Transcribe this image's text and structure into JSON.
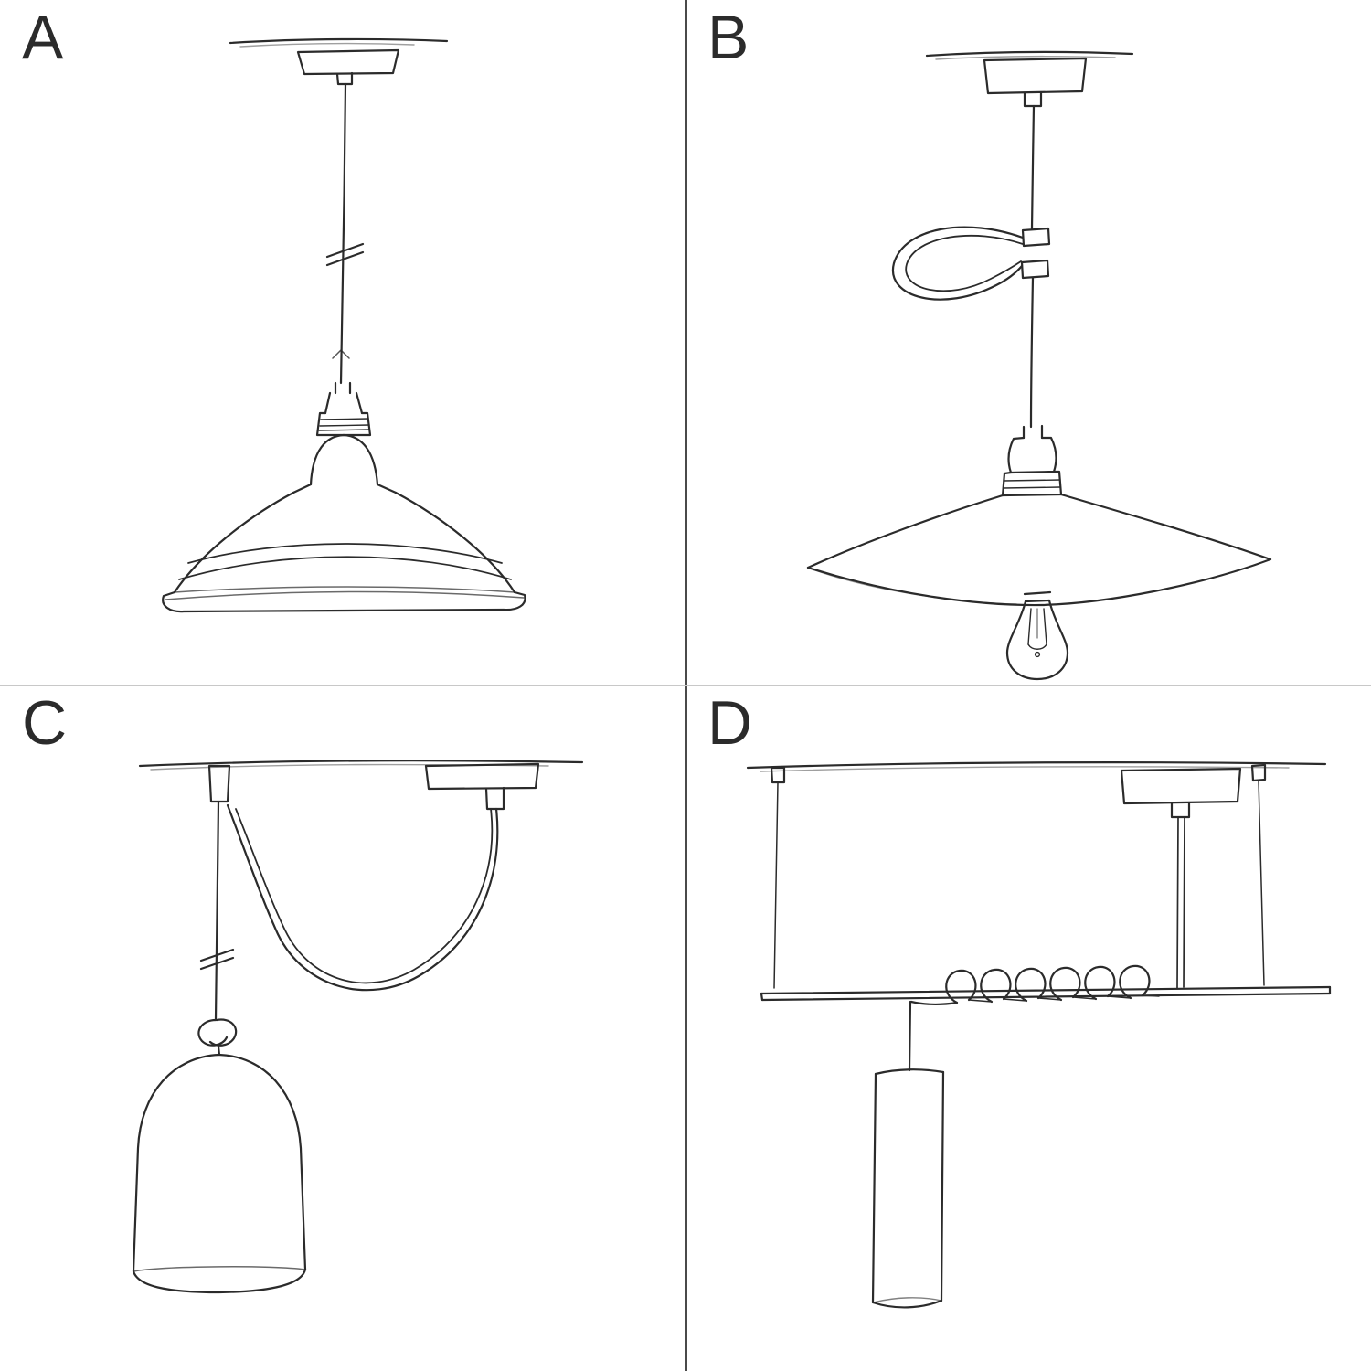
{
  "page": {
    "background": "#ffffff",
    "ink": "#2b2b2b",
    "divider_vertical": "#4a4a4a",
    "divider_horizontal": "#c8c8c8"
  },
  "panels": [
    {
      "label": "A",
      "sketch": "pendant-straight-drop-industrial-shade"
    },
    {
      "label": "B",
      "sketch": "pendant-with-cable-decentralizer-plate-shade-and-bulb"
    },
    {
      "label": "C",
      "sketch": "swag-pendant-two-ceiling-points-bell-shade"
    },
    {
      "label": "D",
      "sketch": "suspension-bar-with-coiled-cable-and-tube-pendant"
    }
  ]
}
